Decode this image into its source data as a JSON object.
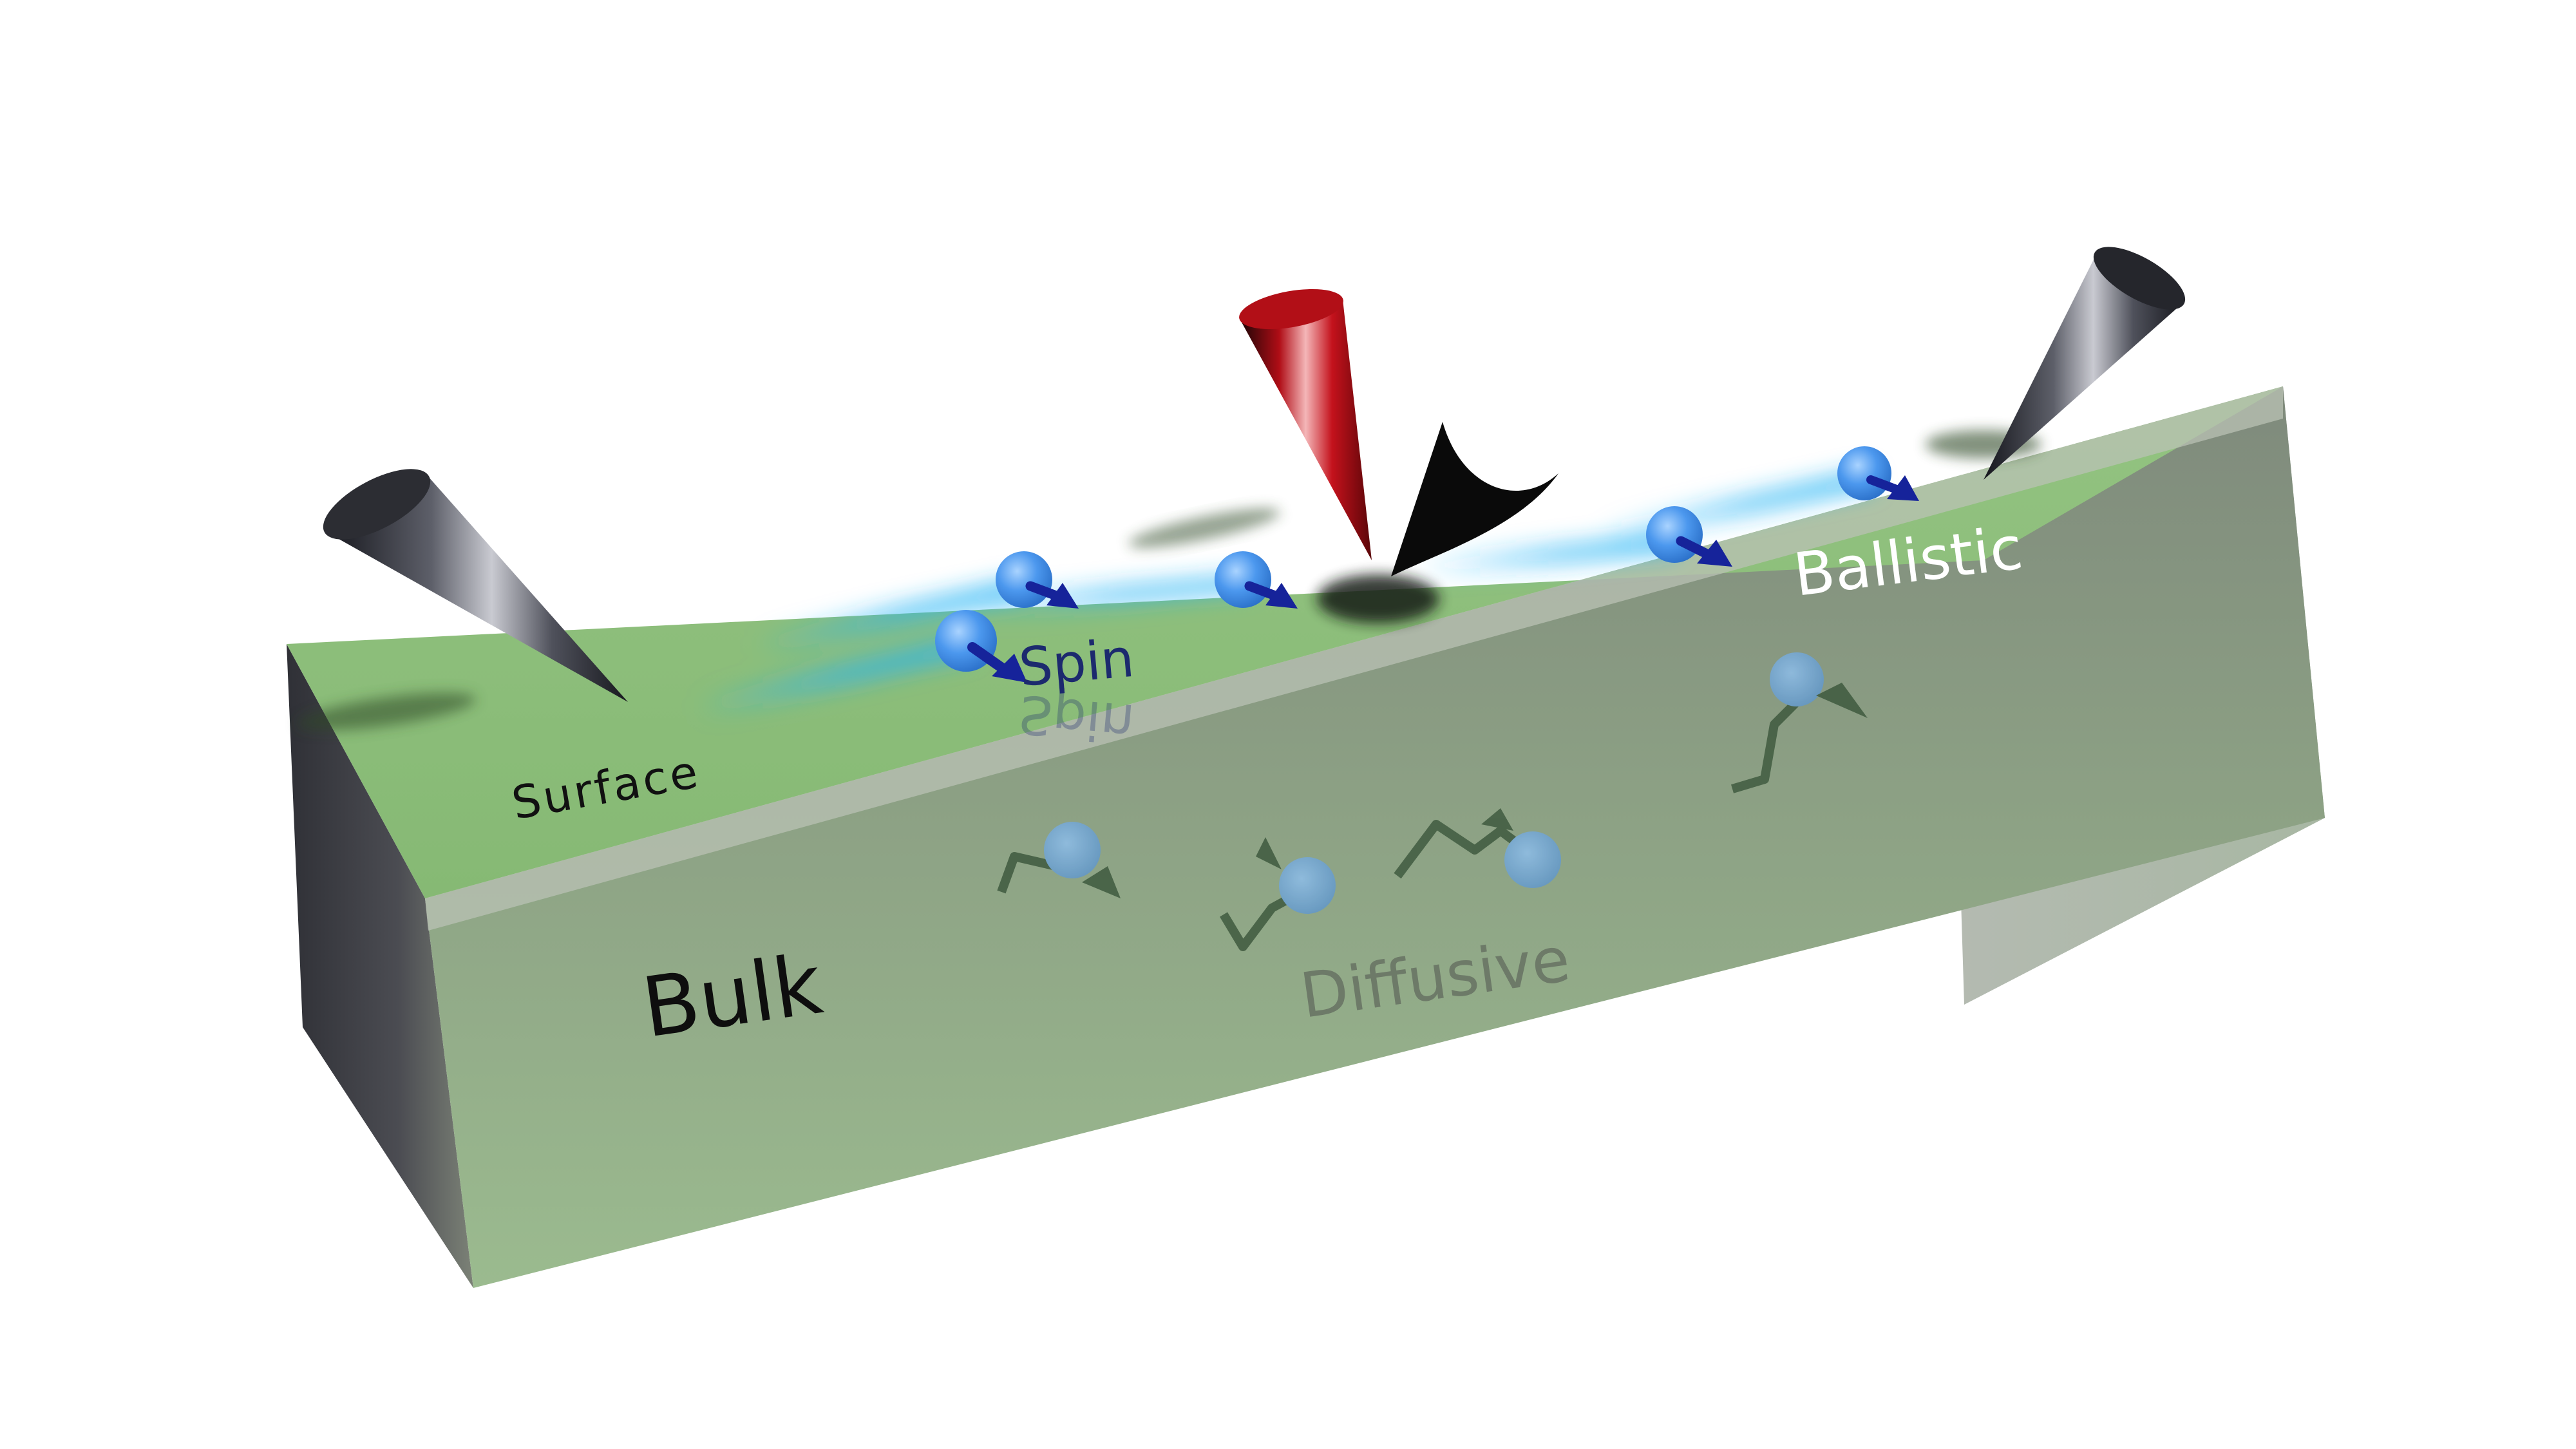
{
  "labels": {
    "surface": "Surface",
    "bulk": "Bulk",
    "spin": "Spin",
    "ballistic": "Ballistic",
    "diffusive": "Diffusive"
  },
  "colors": {
    "surface_green": "#8dbe79",
    "bulk_green": "#93ad88",
    "tip_dark": "#2a2b33",
    "tip_red": "#c0101a",
    "spin_blue": "#3f8fe6",
    "arrow_navy": "#16239a",
    "diffusive_arrow": "#3f5a3f"
  }
}
